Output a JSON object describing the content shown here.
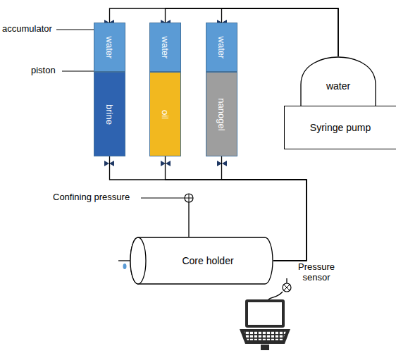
{
  "diagram": {
    "nodes": [
      {
        "text": [
          "water"
        ]
      },
      {
        "text": [
          "brine"
        ]
      },
      {
        "text": [
          "water"
        ]
      },
      {
        "text": [
          "oil"
        ]
      },
      {
        "text": [
          "water"
        ]
      },
      {
        "text": [
          "nanogel"
        ]
      },
      {
        "text": [
          "water"
        ]
      },
      {
        "text": [
          "Syringe pump"
        ]
      },
      {
        "text": [
          "Core holder"
        ]
      }
    ],
    "edges": [
      {
        "from": 6,
        "to": 0,
        "arrow": "none"
      },
      {
        "from": 6,
        "to": 2,
        "arrow": "none"
      },
      {
        "from": 6,
        "to": 4,
        "arrow": "none"
      },
      {
        "from": 1,
        "to": 8,
        "arrow": "none"
      },
      {
        "from": 3,
        "to": 8,
        "arrow": "none"
      },
      {
        "from": 5,
        "to": 8,
        "arrow": "none"
      }
    ],
    "labels": [
      "accumulator",
      "piston",
      "Confining pressure",
      "Pressure sensor"
    ]
  }
}
